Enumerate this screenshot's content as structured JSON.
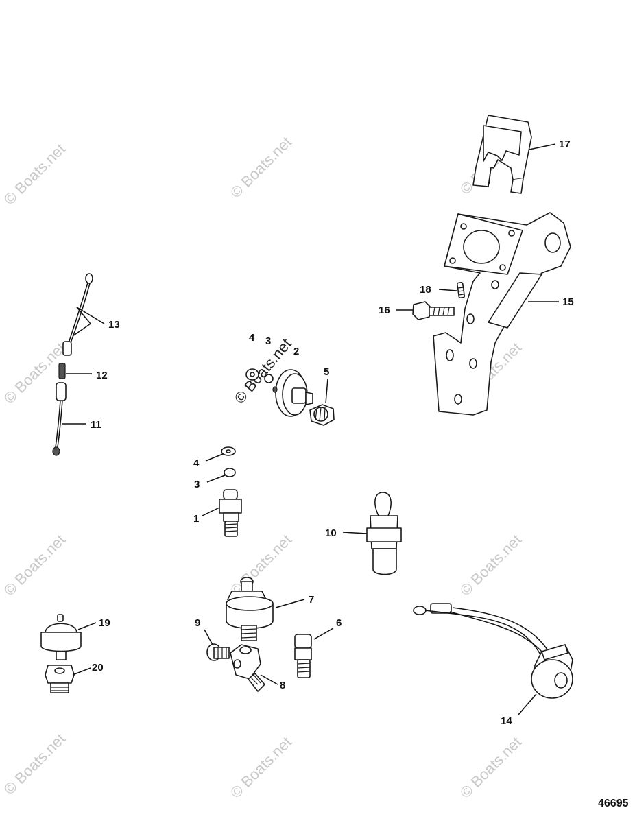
{
  "watermark": "© Boats.net",
  "figure_number": "46695",
  "callouts": {
    "c1": "1",
    "c2": "2",
    "c3a": "3",
    "c3b": "3",
    "c4a": "4",
    "c4b": "4",
    "c5": "5",
    "c6": "6",
    "c7": "7",
    "c8": "8",
    "c9": "9",
    "c10": "10",
    "c11": "11",
    "c12": "12",
    "c13": "13",
    "c14": "14",
    "c15": "15",
    "c16": "16",
    "c17": "17",
    "c18": "18",
    "c19": "19",
    "c20": "20"
  }
}
